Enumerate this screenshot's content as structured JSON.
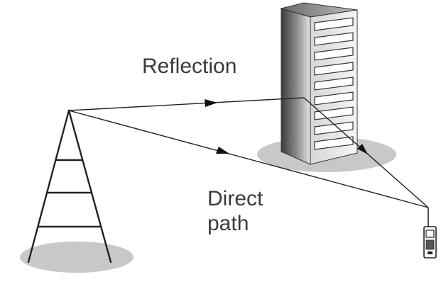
{
  "labels": {
    "reflection": "Reflection",
    "direct_line1": "Direct",
    "direct_line2": "path"
  },
  "colors": {
    "line": "#222222",
    "shadow": "#c8c8c8",
    "building_dark": "#5a5a5a",
    "building_light": "#e0e0e0",
    "text": "#3a3a3a"
  }
}
